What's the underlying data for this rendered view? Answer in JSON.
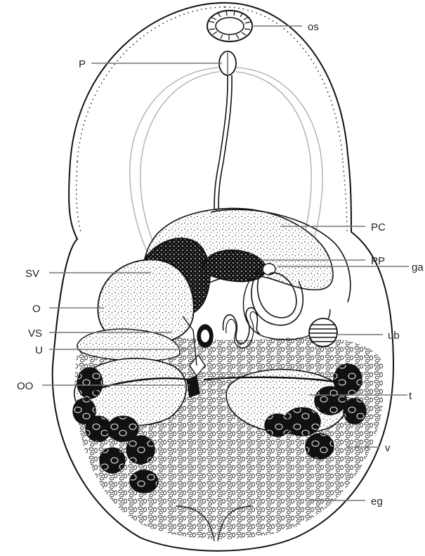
{
  "labels": {
    "os": "os",
    "p": "P",
    "pc": "PC",
    "pp": "PP",
    "ga": "ga",
    "sv": "SV",
    "o": "O",
    "vs": "VS",
    "u": "U",
    "ub": "ub",
    "oo": "OO",
    "t": "t",
    "v": "v",
    "eg": "eg"
  },
  "colors": {
    "ink": "#111111",
    "paper": "#ffffff",
    "grey_line": "#9a9a9a"
  }
}
